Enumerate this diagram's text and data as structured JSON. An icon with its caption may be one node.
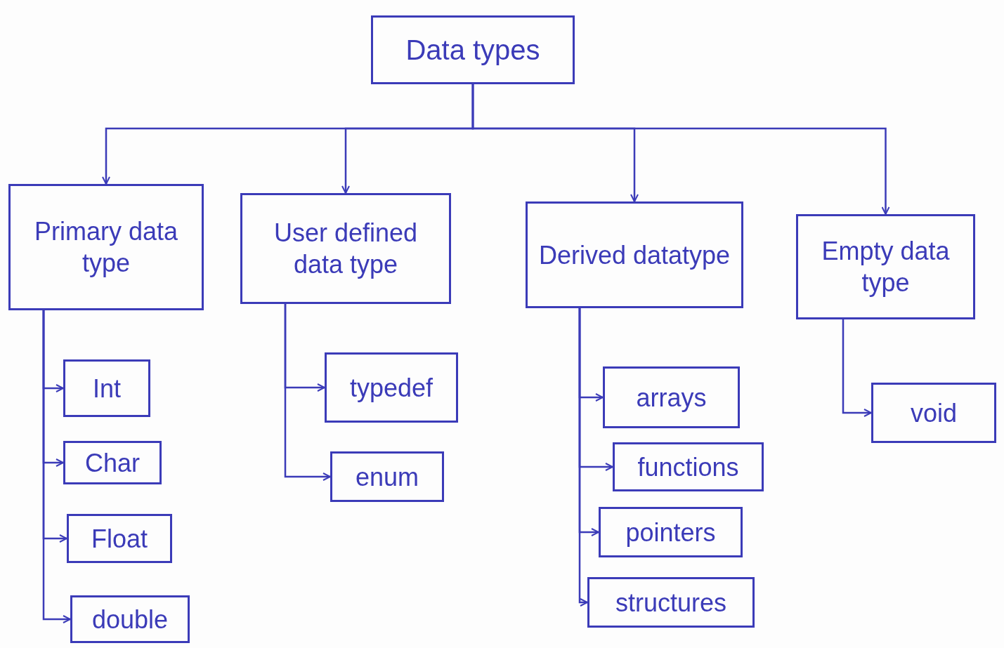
{
  "diagram": {
    "nodes": [
      {
        "text": [
          "Data types"
        ]
      },
      {
        "text": [
          "Primary data type"
        ]
      },
      {
        "text": [
          "User defined data type"
        ]
      },
      {
        "text": [
          "Derived datatype"
        ]
      },
      {
        "text": [
          "Empty data type"
        ]
      },
      {
        "text": [
          "Int"
        ]
      },
      {
        "text": [
          "Char"
        ]
      },
      {
        "text": [
          "Float"
        ]
      },
      {
        "text": [
          "double"
        ]
      },
      {
        "text": [
          "typedef"
        ]
      },
      {
        "text": [
          "enum"
        ]
      },
      {
        "text": [
          "arrays"
        ]
      },
      {
        "text": [
          "functions"
        ]
      },
      {
        "text": [
          "pointers"
        ]
      },
      {
        "text": [
          "structures"
        ]
      },
      {
        "text": [
          "void"
        ]
      }
    ],
    "edges": [
      {
        "from": 0,
        "to": 1,
        "arrow": "to"
      },
      {
        "from": 0,
        "to": 2,
        "arrow": "to"
      },
      {
        "from": 0,
        "to": 3,
        "arrow": "to"
      },
      {
        "from": 0,
        "to": 4,
        "arrow": "to"
      },
      {
        "from": 1,
        "to": 5,
        "arrow": "to"
      },
      {
        "from": 1,
        "to": 6,
        "arrow": "to"
      },
      {
        "from": 1,
        "to": 7,
        "arrow": "to"
      },
      {
        "from": 1,
        "to": 8,
        "arrow": "to"
      },
      {
        "from": 2,
        "to": 9,
        "arrow": "to"
      },
      {
        "from": 2,
        "to": 10,
        "arrow": "to"
      },
      {
        "from": 3,
        "to": 11,
        "arrow": "to"
      },
      {
        "from": 3,
        "to": 12,
        "arrow": "to"
      },
      {
        "from": 3,
        "to": 13,
        "arrow": "to"
      },
      {
        "from": 3,
        "to": 14,
        "arrow": "to"
      },
      {
        "from": 4,
        "to": 15,
        "arrow": "to"
      }
    ]
  }
}
